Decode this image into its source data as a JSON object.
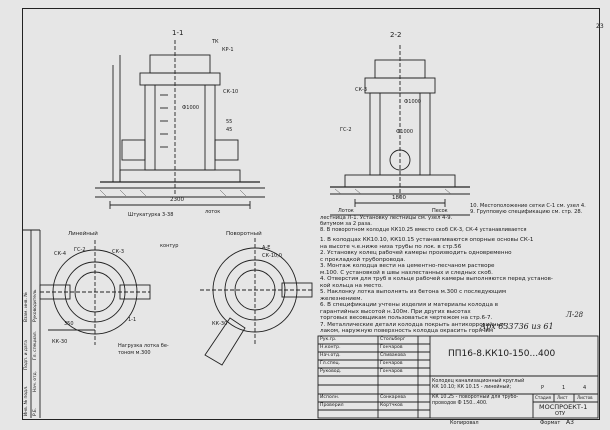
{
  "sheet_number": "23",
  "section_left": {
    "title": "1-1",
    "tk": "ТК",
    "kp": "КР-1",
    "ck": "СК-10",
    "dim_diam": "Ф1000",
    "dims": [
      "55",
      "45"
    ],
    "width": "2300",
    "lotok": "лоток",
    "shtukaturka": "Штукатурка 3-38"
  },
  "section_right": {
    "title": "2-2",
    "ck": "СК-3",
    "gc": "ГС-2",
    "diam1": "Ф1000",
    "diam2": "Ф1000",
    "width": "1800",
    "lotok": "Лоток",
    "pesok": "Песок"
  },
  "plans": {
    "left_title": "Линейный",
    "right_title": "Поворотный",
    "kontur": "контур",
    "labels_left": [
      "СК-4",
      "ГС-2",
      "СК-3"
    ],
    "labels_right": [
      "А-Е",
      "СК-10,0"
    ],
    "dims_left": [
      "350",
      "1-1"
    ],
    "kk": "КК-30",
    "kk2": "КК-30",
    "naklon": "Нагрузка лотка бе-",
    "naklon2": "тоном м.300"
  },
  "notes": [
    "1. В колодцах КК10.10, КК10.15 устанавливаются опорные основы СК-1",
    "на высоте ч.е.ниже низа трубы по лок. в стр.56",
    "2. Установку колец рабочей камеры производить одновременно",
    "с прокладкой трубопровода.",
    "3. Монтаж колодца вести на цементно-песчаном растворе",
    "м.100. С установкой в швы нахлестанных и следных скоб.",
    "4. Отверстия для труб в кольце рабочей камеры выполняются перед установ-",
    "кой кольца на место.",
    "5. Наклонку лотка выполнять из бетона м.300 с последующим",
    "железнением.",
    "6. В спецификации учтены изделия и материалы колодца в",
    "гарантийных высотой н.100м.         При других высотах",
    "торговых весовщикам пользоваться чертежом на стр.6-7.",
    "7. Металлические детали колодца покрыть антикоррозийным",
    "лаком, наружную поверхность колодца окрасить горячим",
    "битумом за 2 раза.",
    "8. В поворотном колодце КК10.25 вместо скоб СК-3, СК-4 устанавливается",
    "лестница Л-1. Установку лестницы см. узел 4-9.",
    "9. Групповую спецификацию см. стр. 28.",
    "10. Местоположение сетки С-1 см. узел 4."
  ],
  "handwritten": {
    "arch": "Арх 633736 из 61",
    "ref": "Л-28"
  },
  "side_strip": [
    "Инв. № подл.",
    "Подп. и дата",
    "Взам. инв. №",
    "Р.Е.",
    "Нач. отд.",
    "Гл. специал.",
    "Руководитель"
  ],
  "title_block": {
    "rows_left": [
      {
        "role": "Рук.гр.",
        "name": "Стольберг"
      },
      {
        "role": "Н.контр.",
        "name": "Гончаров"
      },
      {
        "role": "Нач.отд.",
        "name": "Спивакова"
      },
      {
        "role": "Гл.спец.",
        "name": "Гончаров"
      },
      {
        "role": "Руковод.",
        "name": "Гончаров"
      },
      {
        "role": "Исполн.",
        "name": "Сонкарева"
      },
      {
        "role": "Проверил",
        "name": "Кортчков"
      }
    ],
    "code": "ПП16-8.КК10-150...400",
    "description": [
      "Колодец канализационный круглый",
      "КК 10.10; КК 10.15 - линейный;",
      "КК 10.25 - поворотный для трубо-",
      "проводов Ф 150...400."
    ],
    "stage_label": "Стадия",
    "sheet_label": "Лист",
    "sheets_label": "Листов",
    "stage": "Р",
    "sheet": "1",
    "sheets": "4",
    "org": "МОСПРОЕКТ-1",
    "dept": "ОТУ"
  },
  "footer": {
    "copied": "Копировал",
    "format_label": "Формат",
    "format": "А3"
  }
}
